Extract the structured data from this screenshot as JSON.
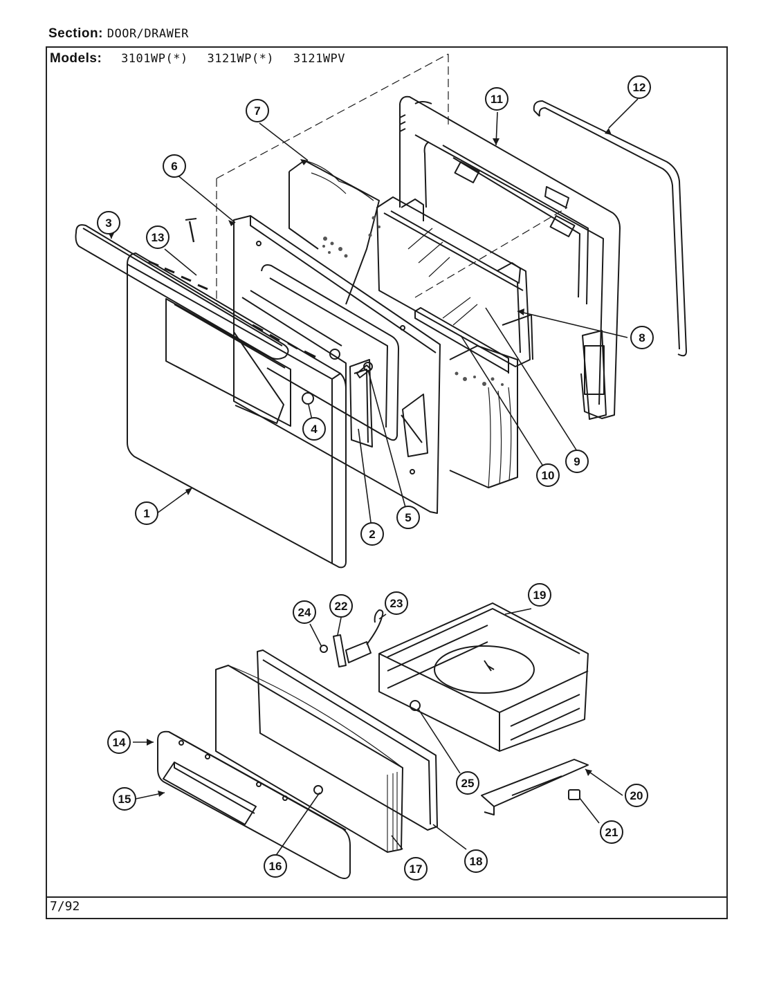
{
  "header": {
    "section_label": "Section:",
    "section_value": "DOOR/DRAWER",
    "models_label": "Models:",
    "models": [
      "3101WP(*)",
      "3121WP(*)",
      "3121WPV"
    ]
  },
  "footer": {
    "date_code": "7/92"
  },
  "callouts": [
    "1",
    "2",
    "3",
    "4",
    "5",
    "6",
    "7",
    "8",
    "9",
    "10",
    "11",
    "12",
    "13",
    "14",
    "15",
    "16",
    "17",
    "18",
    "19",
    "20",
    "21",
    "22",
    "23",
    "24",
    "25"
  ]
}
